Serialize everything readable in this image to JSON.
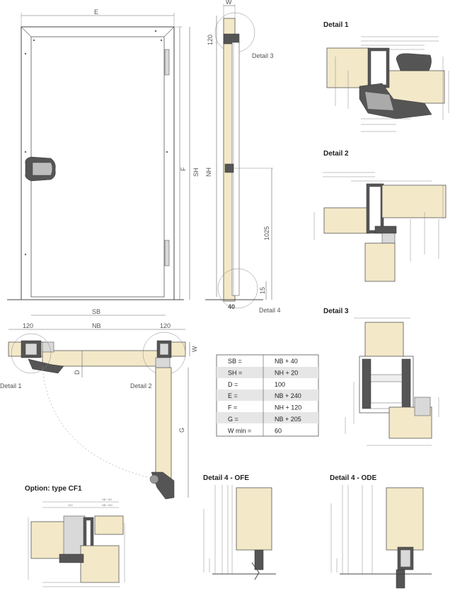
{
  "titles": {
    "detail1": "Detail 1",
    "detail2": "Detail 2",
    "detail3": "Detail 3",
    "detail4_ofe": "Detail 4 - OFE",
    "detail4_ode": "Detail 4 - ODE",
    "option_cf1": "Option: type CF1"
  },
  "front": {
    "e": "E",
    "f": "F",
    "sh": "SH"
  },
  "side": {
    "w": "W",
    "d120": "120",
    "nh": "NH",
    "d1025": "1025",
    "d15": "15",
    "d40": "40",
    "detail3_ref": "Detail 3",
    "detail4_ref": "Detail 4"
  },
  "plan": {
    "sb": "SB",
    "nb": "NB",
    "d120_left": "120",
    "d120_right": "120",
    "w": "W",
    "d": "D",
    "g": "G",
    "detail1_ref": "Detail 1",
    "detail2_ref": "Detail 2"
  },
  "table": {
    "rows": [
      {
        "k": "SB =",
        "v": "NB + 40"
      },
      {
        "k": "SH =",
        "v": "NH + 20"
      },
      {
        "k": "D =",
        "v": "100"
      },
      {
        "k": "E =",
        "v": "NB + 240"
      },
      {
        "k": "F =",
        "v": "NH + 120"
      },
      {
        "k": "G =",
        "v": "NB + 205"
      },
      {
        "k": "W min =",
        "v": "60"
      }
    ]
  },
  "cf1": {
    "d120": "120",
    "sb_sh": "SB / SH",
    "nb_nh": "NB / NH"
  },
  "colors": {
    "panel": "#f3e8c8",
    "metal": "#d9d9d9",
    "line": "#666666"
  }
}
